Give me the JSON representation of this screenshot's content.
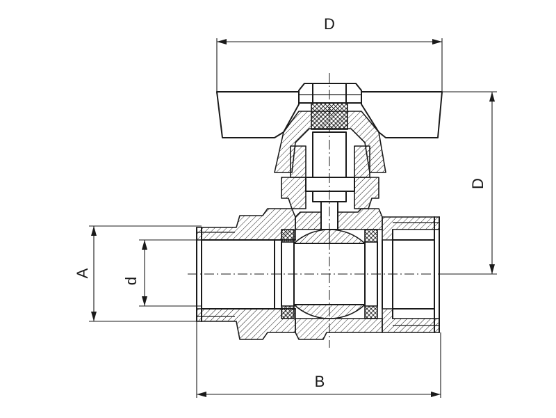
{
  "labels": {
    "top_width": "D",
    "handle_height": "D",
    "outer_diameter": "A",
    "bore_diameter": "d",
    "overall_length": "B"
  }
}
